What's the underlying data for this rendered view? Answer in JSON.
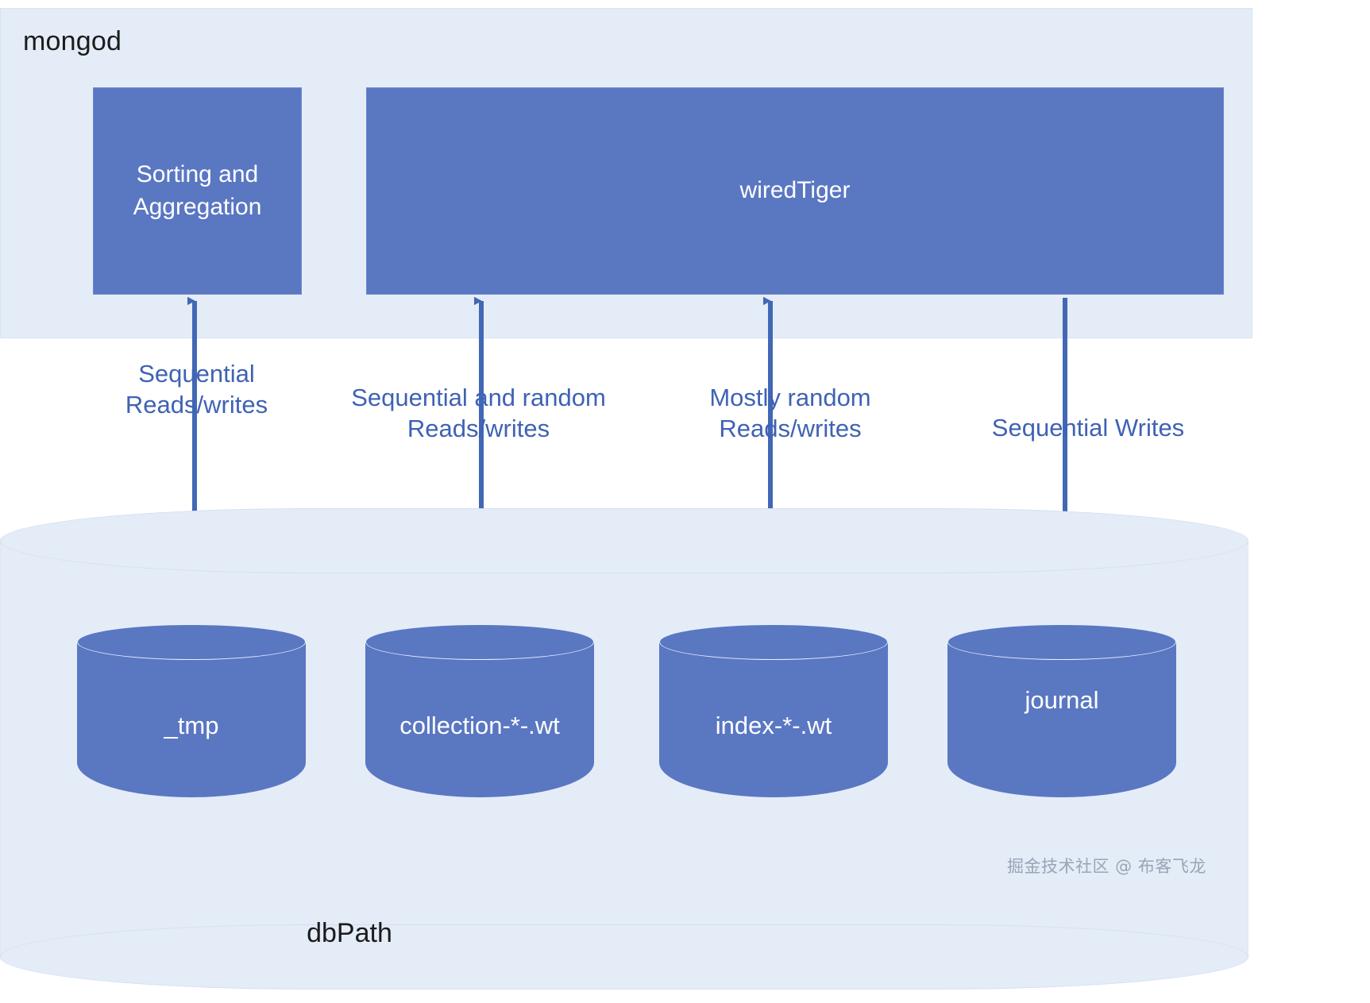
{
  "diagram": {
    "title": "mongod",
    "storage_label": "dbPath",
    "watermark": "掘金技术社区 @ 布客飞龙",
    "colors": {
      "box_fill": "#5a77c2",
      "container_fill": "#e4ecf8",
      "arrow": "#4268b5",
      "label_text": "#3f62b4",
      "box_text": "#ffffff"
    }
  },
  "processes": [
    {
      "id": "sorting",
      "label": "Sorting and\nAggregation"
    },
    {
      "id": "wiredtiger",
      "label": "wiredTiger"
    }
  ],
  "flows": [
    {
      "id": "flow-tmp",
      "label": "Sequential\nReads/writes"
    },
    {
      "id": "flow-collection",
      "label": "Sequential and random\nReads/writes"
    },
    {
      "id": "flow-index",
      "label": "Mostly random\nReads/writes"
    },
    {
      "id": "flow-journal",
      "label": "Sequential Writes"
    }
  ],
  "stores": [
    {
      "id": "tmp",
      "label": "_tmp"
    },
    {
      "id": "collection",
      "label": "collection-*-.wt"
    },
    {
      "id": "index",
      "label": "index-*-.wt"
    },
    {
      "id": "journal",
      "label": "journal"
    }
  ]
}
